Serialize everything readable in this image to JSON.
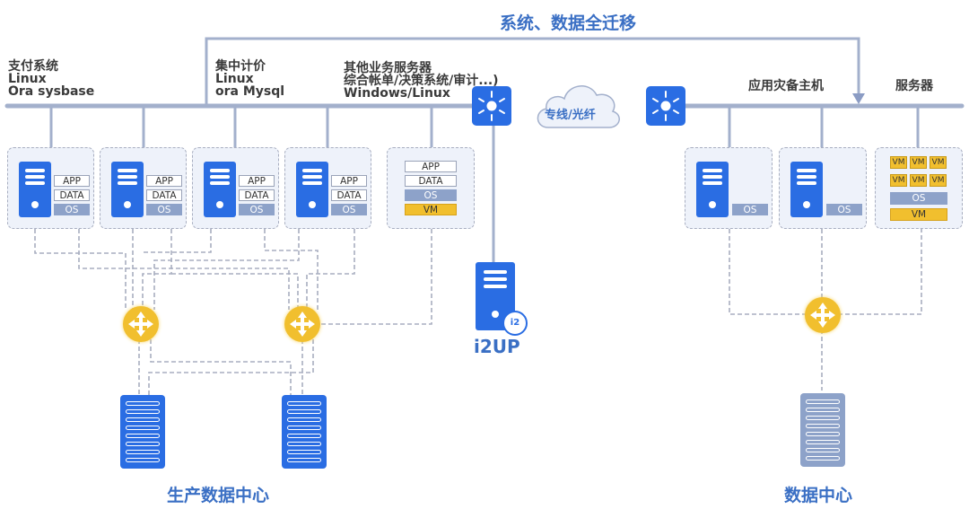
{
  "title": "系统、数据全迁移",
  "colors": {
    "primary_blue": "#2a6de3",
    "label_blue": "#3a6fc4",
    "line_gray_blue": "#a3b0cc",
    "router_yellow": "#f1bf2e",
    "os_layer": "#8da2c9",
    "host_bg": "#eef2fa"
  },
  "production": {
    "groups": [
      {
        "lines": [
          "支付系统",
          "Linux",
          "Ora sysbase"
        ]
      },
      {
        "lines": [
          "集中计价",
          "Linux",
          "ora Mysql"
        ]
      },
      {
        "lines": [
          "其他业务服务器",
          "综合帐单/决策系统/审计...)",
          "Windows/Linux"
        ]
      }
    ],
    "hosts": [
      {
        "layers": [
          "APP",
          "DATA",
          "OS"
        ]
      },
      {
        "layers": [
          "APP",
          "DATA",
          "OS"
        ]
      },
      {
        "layers": [
          "APP",
          "DATA",
          "OS"
        ]
      },
      {
        "layers": [
          "APP",
          "DATA",
          "OS"
        ]
      },
      {
        "layers": [
          "APP",
          "DATA",
          "OS",
          "VM"
        ]
      }
    ],
    "label": "生产数据中心"
  },
  "link": {
    "cloud_label": "专线/光纤",
    "switch_icon": "network-switch-icon"
  },
  "i2up": {
    "label": "i2UP",
    "badge": "i2"
  },
  "backup": {
    "groups": [
      {
        "lines": [
          "应用灾备主机"
        ]
      },
      {
        "lines": [
          "服务器"
        ]
      }
    ],
    "hosts": [
      {
        "layers": [
          "OS"
        ]
      },
      {
        "layers": [
          "OS"
        ]
      },
      {
        "vm_grid": [
          "VM",
          "VM",
          "VM",
          "VM",
          "VM",
          "VM"
        ],
        "layers": [
          "OS",
          "VM"
        ]
      }
    ],
    "label": "数据中心"
  }
}
